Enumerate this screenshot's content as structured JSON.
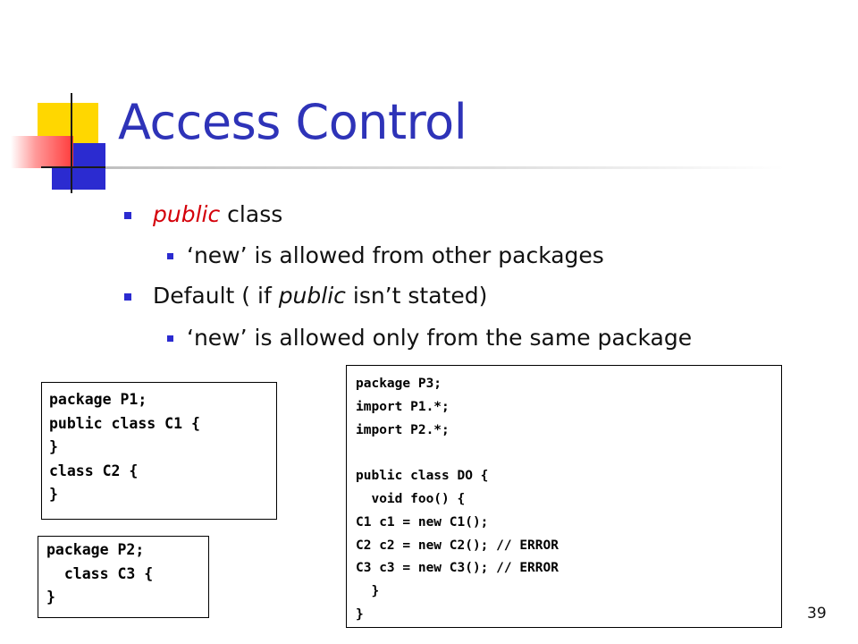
{
  "slide": {
    "title": "Access Control",
    "page_number": "39"
  },
  "bullets": [
    {
      "level": 1,
      "parts": [
        {
          "text": "public",
          "style": "accent"
        },
        {
          "text": " class",
          "style": "normal"
        }
      ]
    },
    {
      "level": 2,
      "parts": [
        {
          "text": "‘new’ is allowed from other packages",
          "style": "normal"
        }
      ]
    },
    {
      "level": 1,
      "parts": [
        {
          "text": "Default ( if ",
          "style": "normal"
        },
        {
          "text": "public",
          "style": "italic"
        },
        {
          "text": " isn’t stated)",
          "style": "normal"
        }
      ]
    },
    {
      "level": 2,
      "parts": [
        {
          "text": "‘new’ is allowed only from the same package",
          "style": "normal"
        }
      ]
    }
  ],
  "code_boxes": {
    "p1": "package P1;\npublic class C1 {\n}\nclass C2 {\n}",
    "p2": "package P2;\n  class C3 {\n}",
    "p3": "package P3;\nimport P1.*;\nimport P2.*;\n\npublic class DO {\n  void foo() {\nC1 c1 = new C1();\nC2 c2 = new C2(); // ERROR\nC3 c3 = new C3(); // ERROR\n  }\n}"
  },
  "colors": {
    "title": "#2e33b8",
    "accent": "#d4000a",
    "bullet": "#2b2bd0",
    "deco_yellow": "#ffd700",
    "deco_blue": "#2b2bd0",
    "deco_red": "#ff3b3b"
  }
}
